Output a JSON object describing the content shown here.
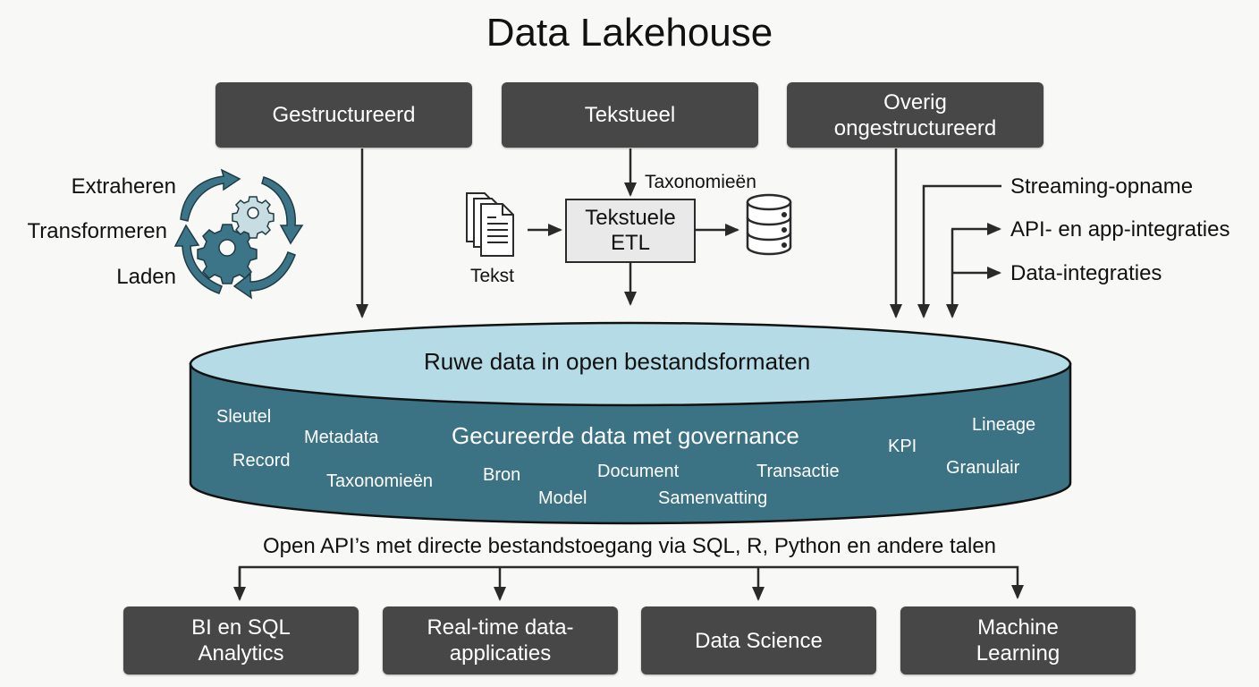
{
  "title": "Data Lakehouse",
  "sources": [
    {
      "label": "Gestructureerd"
    },
    {
      "label": "Tekstueel"
    },
    {
      "label": "Overig ongestructureerd"
    }
  ],
  "etl_cycle": {
    "steps": [
      "Extraheren",
      "Transformeren",
      "Laden"
    ]
  },
  "text_etl": {
    "input_label": "Tekst",
    "box_label": "Tekstuele ETL",
    "annotation": "Taxonomieën"
  },
  "ingestion": [
    "Streaming-opname",
    "API- en app-integraties",
    "Data-integraties"
  ],
  "storage": {
    "raw_label": "Ruwe data in open bestandsformaten",
    "curated_label": "Gecureerde data met governance",
    "tags": [
      "Sleutel",
      "Metadata",
      "Record",
      "Taxonomieën",
      "Bron",
      "Model",
      "Document",
      "Samenvatting",
      "Transactie",
      "KPI",
      "Lineage",
      "Granulair"
    ]
  },
  "access_label": "Open API’s met directe bestandstoegang via SQL, R, Python en andere talen",
  "consumers": [
    {
      "label": "BI en SQL Analytics"
    },
    {
      "label": "Real-time data-applicaties"
    },
    {
      "label": "Data Science"
    },
    {
      "label": "Machine Learning"
    }
  ],
  "colors": {
    "box_dark": "#474747",
    "cylinder_top": "#b5dbe6",
    "cylinder_side": "#3b7384",
    "accent_teal": "#3d7588",
    "gear_light": "#c8dde2"
  }
}
